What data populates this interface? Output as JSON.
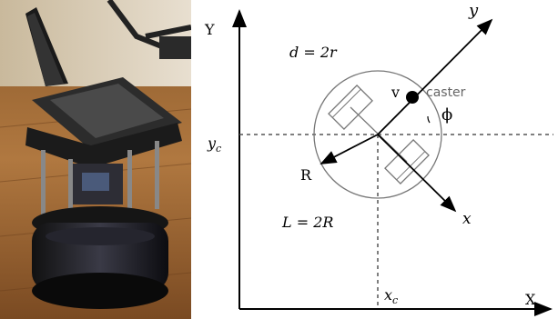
{
  "photo": {
    "subject": "turtlebot-robot-with-laptop"
  },
  "diagram": {
    "axis_y_label": "Y",
    "axis_x_label": "X",
    "body_y_label": "y",
    "body_x_label": "x",
    "yc_label": "y",
    "yc_sub": "c",
    "xc_label": "x",
    "xc_sub": "c",
    "d_label": "d = 2r",
    "L_label": "L = 2R",
    "v_label": "v",
    "caster_label": "caster",
    "phi_label": "ϕ",
    "R_label": "R"
  }
}
